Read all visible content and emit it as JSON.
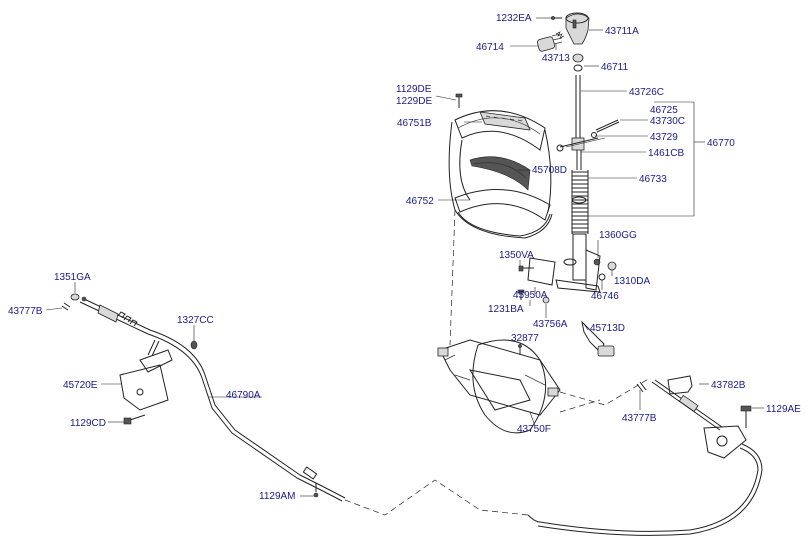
{
  "labels": {
    "l1232EA": "1232EA",
    "l43711A": "43711A",
    "l46714": "46714",
    "l43713": "43713",
    "l46711": "46711",
    "l1129DE": "1129DE",
    "l1229DE": "1229DE",
    "l46751B": "46751B",
    "l43726C": "43726C",
    "l46725": "46725",
    "l43730C": "43730C",
    "l43729": "43729",
    "l46770": "46770",
    "l1461CB": "1461CB",
    "l45708D": "45708D",
    "l46733": "46733",
    "l46752": "46752",
    "l1360GG": "1360GG",
    "l1350VA": "1350VA",
    "l1310DA": "1310DA",
    "l45950A": "45950A",
    "l46746": "46746",
    "l1231BA": "1231BA",
    "l43756A": "43756A",
    "l45713D": "45713D",
    "l32877": "32877",
    "l1351GA": "1351GA",
    "l43777B_left": "43777B",
    "l1327CC": "1327CC",
    "l45720E": "45720E",
    "l46790A": "46790A",
    "l1129CD": "1129CD",
    "l43750F": "43750F",
    "l43782B": "43782B",
    "l43777B_right": "43777B",
    "l1129AE": "1129AE",
    "l1129AM": "1129AM"
  },
  "colors": {
    "label": "#1a1a8c",
    "line": "#222222",
    "background": "#ffffff"
  }
}
